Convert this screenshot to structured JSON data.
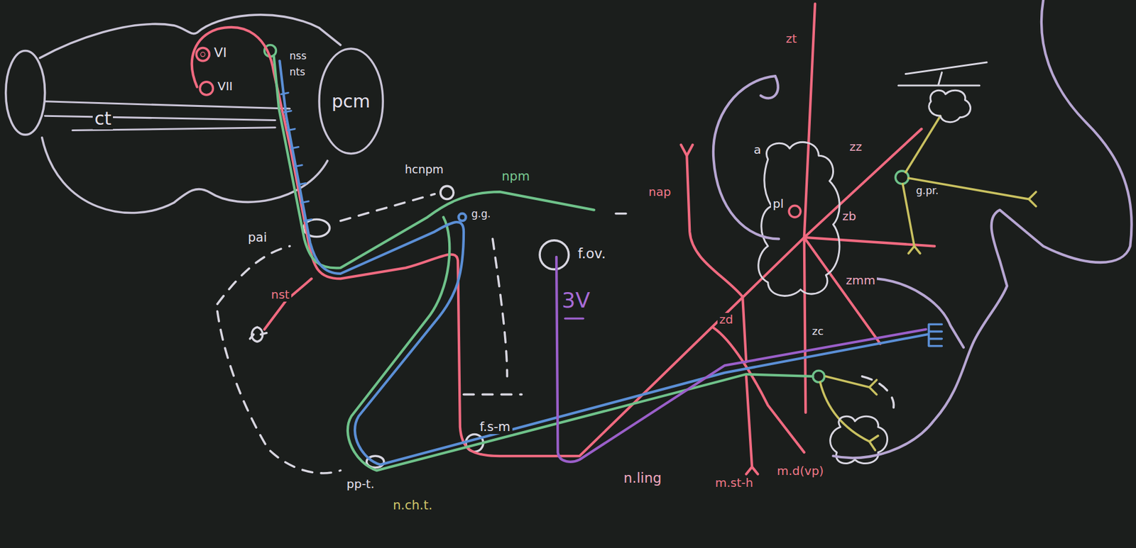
{
  "diagram": {
    "nodes": [
      {
        "text": [
          "pcm"
        ]
      }
    ],
    "labels": [
      "ct",
      "VI",
      "VII",
      "nss",
      "nts",
      "hcnpm",
      "npm",
      "pai",
      "g.g.",
      "nst",
      "f.ov.",
      "3V",
      "nap",
      "a",
      "pl",
      "zt",
      "zz",
      "zb",
      "g.pr.",
      "zmm",
      "zd",
      "zc",
      "f.s-m",
      "pp-t.",
      "n.ling",
      "m.st-h",
      "m.d(vp)",
      "n.ch.t."
    ]
  }
}
